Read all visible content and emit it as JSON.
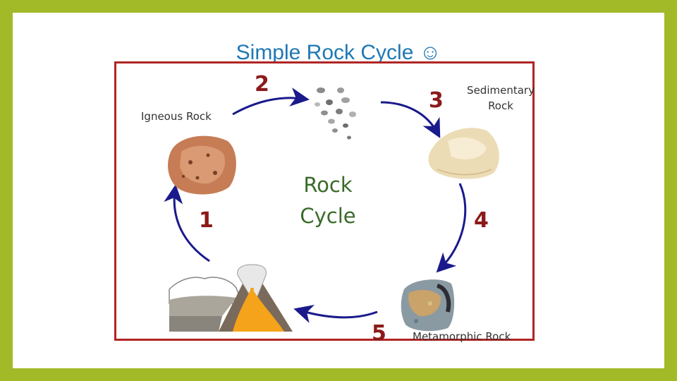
{
  "slide": {
    "title": "Simple Rock Cycle",
    "title_emoji": "☺"
  },
  "diagram": {
    "center_line1": "Rock",
    "center_line2": "Cycle",
    "labels": {
      "igneous": "Igneous Rock",
      "sedimentary_1": "Sedimentary",
      "sedimentary_2": "Rock",
      "metamorphic": "Metamorphic Rock"
    },
    "steps": [
      "1",
      "2",
      "3",
      "4",
      "5"
    ],
    "colors": {
      "arrow": "#1a1a8c",
      "step_number": "#8b1a1a",
      "center_text": "#3a6b28",
      "frame": "#b02525",
      "magma": "#f5a31a"
    }
  }
}
